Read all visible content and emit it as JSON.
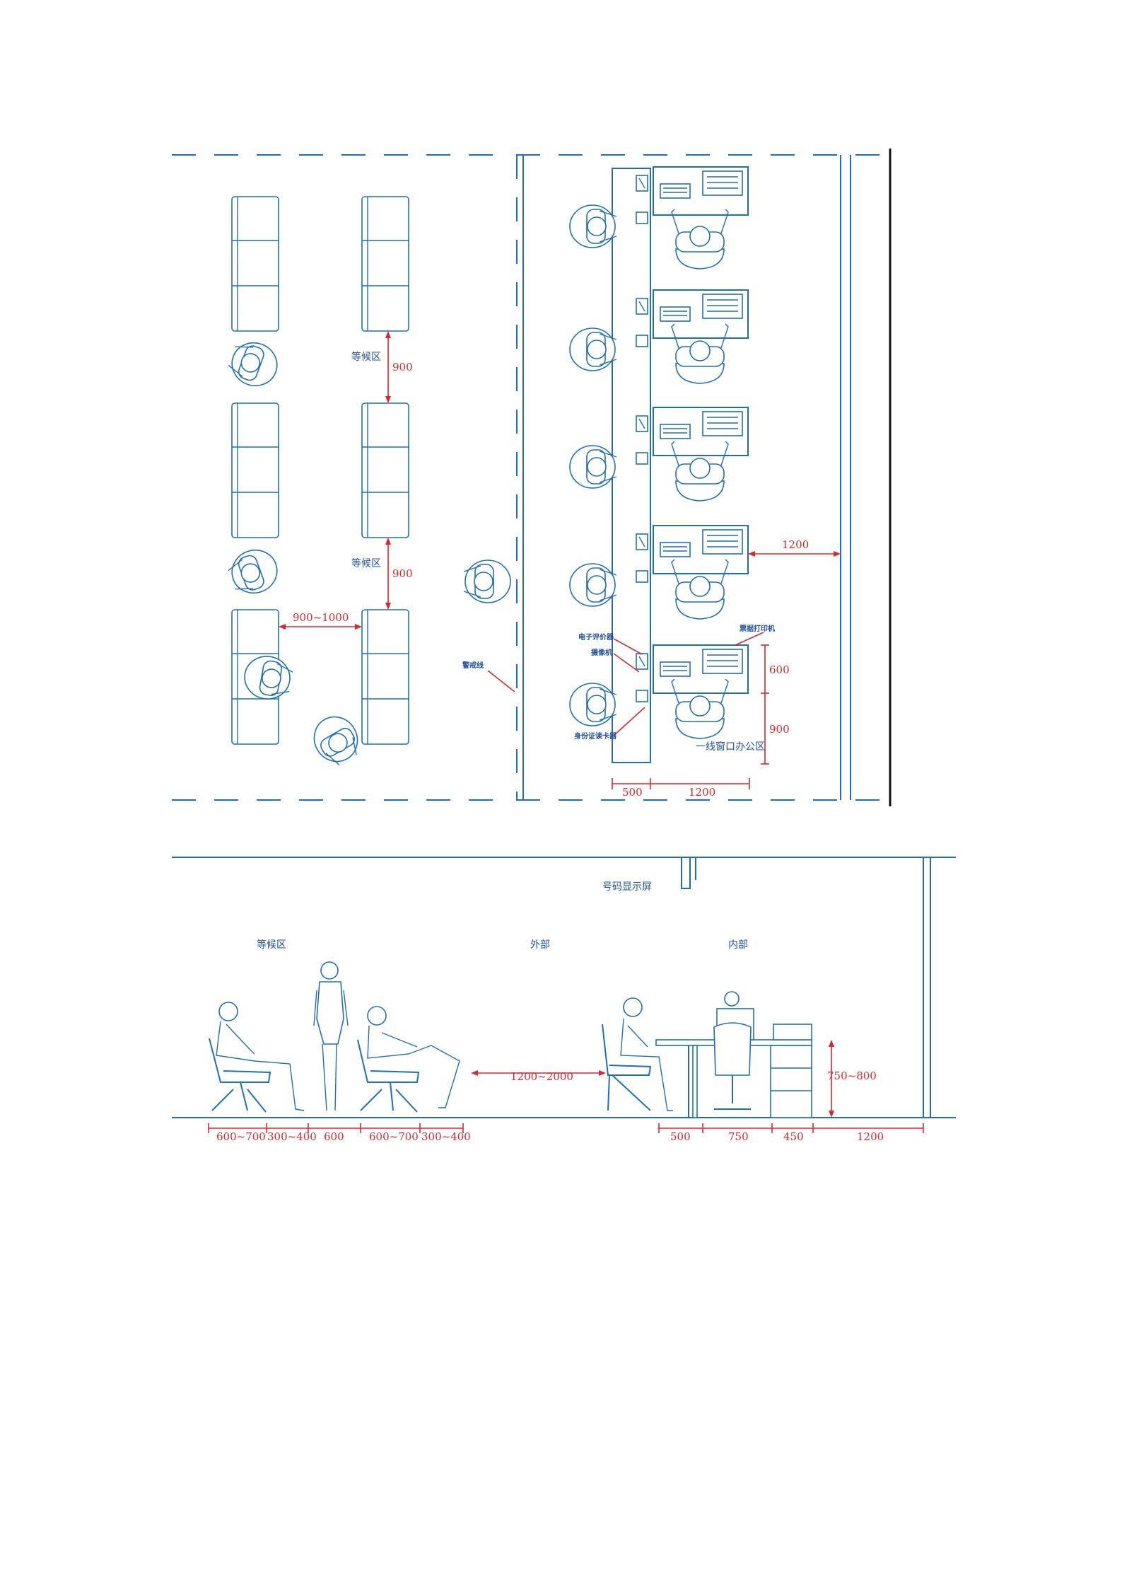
{
  "plan": {
    "labels": {
      "waiting_area_1": "等候区",
      "waiting_area_2": "等候区",
      "line_label": "警戒线",
      "counter_area": "一线窗口办公区"
    },
    "equipment_labels": {
      "electronic_evaluator": "电子评价器",
      "camera": "摄像机",
      "id_reader": "身份证读卡器",
      "printer": "票据打印机"
    },
    "dims": {
      "row_gap_1": "900",
      "row_gap_2": "900",
      "aisle": "900~1000",
      "right_aisle": "1200",
      "desk_depth": "600",
      "chair_space": "900",
      "counter_width": "500",
      "desk_width": "1200"
    }
  },
  "section": {
    "labels": {
      "display": "号码显示屏",
      "waiting": "等候区",
      "outside": "外部",
      "inside": "内部"
    },
    "dims": {
      "gap": "1200~2000",
      "height": "750~800",
      "bottom_left": [
        "600~700",
        "300~400",
        "600",
        "600~700",
        "300~400"
      ],
      "bottom_right": [
        "500",
        "750",
        "450",
        "1200"
      ]
    }
  }
}
